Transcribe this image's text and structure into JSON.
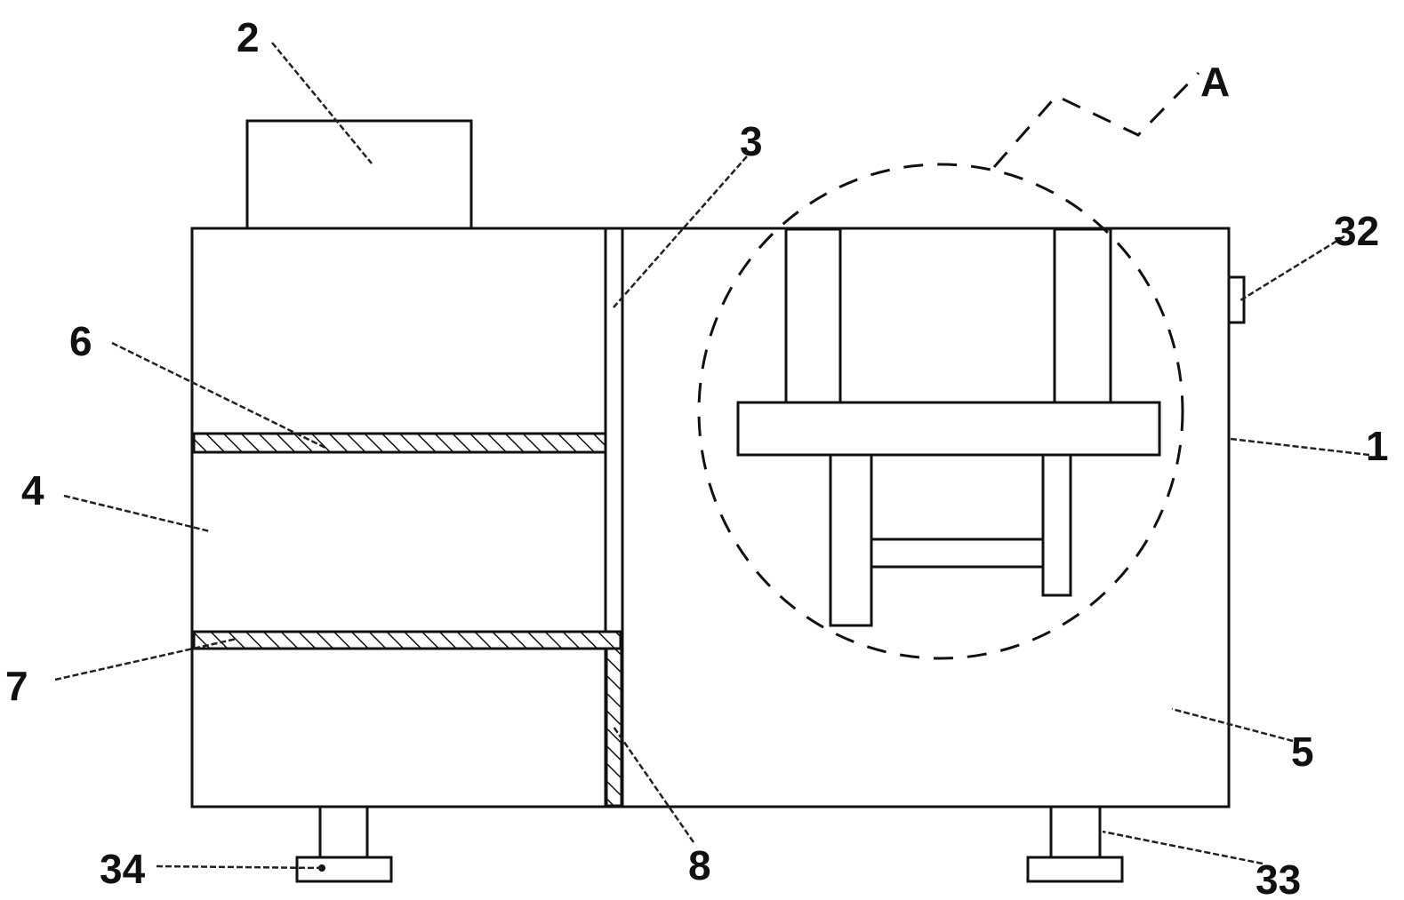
{
  "colors": {
    "line": "#111111",
    "background": "#ffffff"
  },
  "labels": {
    "l1": "1",
    "l2": "2",
    "l3": "3",
    "l4": "4",
    "l5": "5",
    "l6": "6",
    "l7": "7",
    "l8": "8",
    "l32": "32",
    "l33": "33",
    "l34": "34",
    "lA": "A"
  }
}
